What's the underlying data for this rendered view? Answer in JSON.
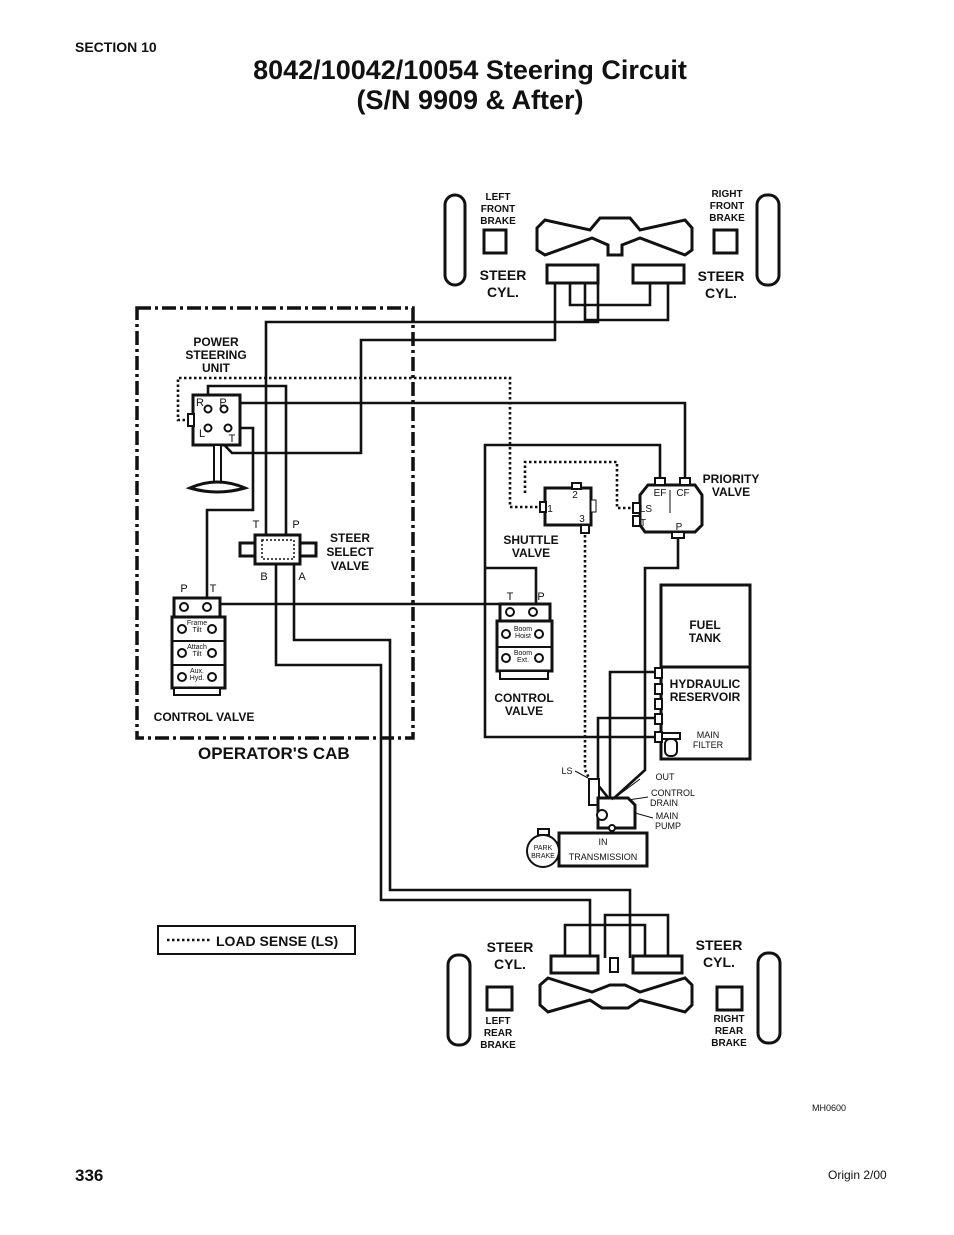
{
  "header": {
    "section": "SECTION 10",
    "title_line1": "8042/10042/10054 Steering Circuit",
    "title_line2": "(S/N 9909 & After)"
  },
  "cab": {
    "label": "OPERATOR'S CAB"
  },
  "front_axle": {
    "left_brake": [
      "LEFT",
      "FRONT",
      "BRAKE"
    ],
    "right_brake": [
      "RIGHT",
      "FRONT",
      "BRAKE"
    ],
    "left_cyl": [
      "STEER",
      "CYL."
    ],
    "right_cyl": [
      "STEER",
      "CYL."
    ]
  },
  "rear_axle": {
    "left_brake": [
      "LEFT",
      "REAR",
      "BRAKE"
    ],
    "right_brake": [
      "RIGHT",
      "REAR",
      "BRAKE"
    ],
    "left_cyl": [
      "STEER",
      "CYL."
    ],
    "right_cyl": [
      "STEER",
      "CYL."
    ]
  },
  "power_steering_unit": {
    "label": [
      "POWER",
      "STEERING",
      "UNIT"
    ],
    "ports": [
      "R",
      "P",
      "L",
      "T"
    ]
  },
  "steer_select_valve": {
    "label": [
      "STEER",
      "SELECT",
      "VALVE"
    ],
    "ports": [
      "T",
      "P",
      "B",
      "A"
    ]
  },
  "cab_control_valve": {
    "label": "CONTROL VALVE",
    "ports": [
      "P",
      "T"
    ],
    "sections": [
      [
        "Frame",
        "Tilt"
      ],
      [
        "Attach",
        "Tilt"
      ],
      [
        "Aux.",
        "Hyd."
      ]
    ]
  },
  "shuttle_valve": {
    "label": [
      "SHUTTLE",
      "VALVE"
    ],
    "ports": [
      "1",
      "2",
      "3"
    ]
  },
  "priority_valve": {
    "label": [
      "PRIORITY",
      "VALVE"
    ],
    "ports": [
      "EF",
      "CF",
      "LS",
      "T",
      "P"
    ]
  },
  "boom_control_valve": {
    "label": [
      "CONTROL",
      "VALVE"
    ],
    "ports": [
      "T",
      "P"
    ],
    "sections": [
      [
        "Boom",
        "Hoist"
      ],
      [
        "Boom",
        "Ext."
      ]
    ]
  },
  "tank": {
    "fuel": [
      "FUEL",
      "TANK"
    ],
    "reservoir": [
      "HYDRAULIC",
      "RESERVOIR"
    ],
    "filter": [
      "MAIN",
      "FILTER"
    ]
  },
  "pump": {
    "ls": "LS",
    "out": "OUT",
    "control_drain": [
      "CONTROL",
      "DRAIN"
    ],
    "main_pump": [
      "MAIN",
      "PUMP"
    ]
  },
  "transmission": {
    "in": "IN",
    "label": "TRANSMISSION",
    "park_brake": [
      "PARK",
      "BRAKE"
    ]
  },
  "legend": {
    "load_sense": "LOAD SENSE (LS)"
  },
  "footer": {
    "figure_id": "MH0600",
    "page_number": "336",
    "origin": "Origin 2/00"
  }
}
